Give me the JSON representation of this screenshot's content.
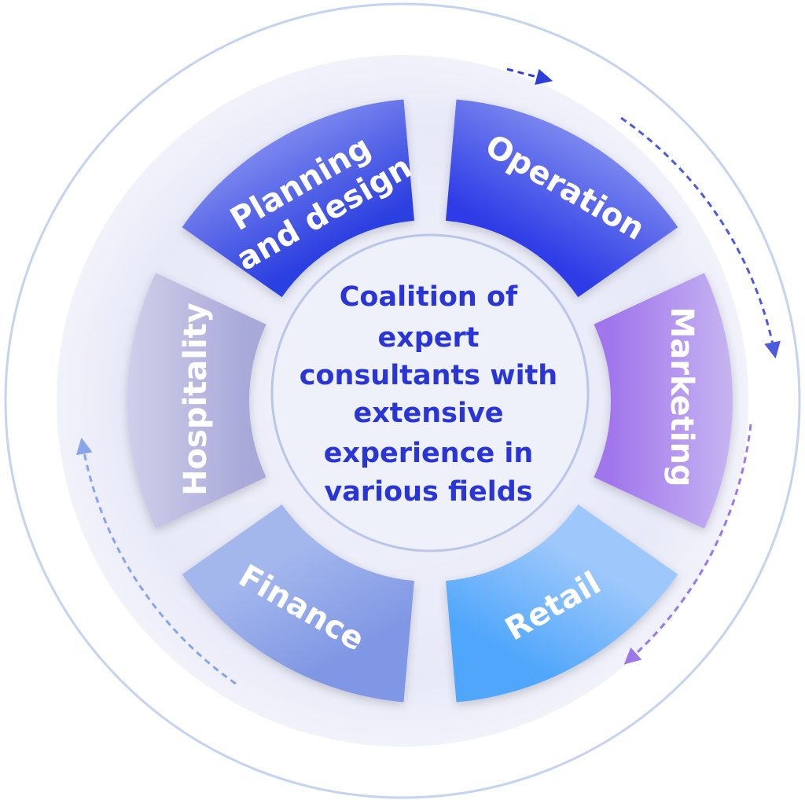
{
  "center": {
    "lines": [
      "Coalition of",
      "expert",
      "consultants with",
      "extensive",
      "experience in",
      "various fields"
    ]
  },
  "segments": [
    {
      "label_lines": [
        "Planning",
        "and design"
      ],
      "color_start": "#7a86ee",
      "color_end": "#2c3fe0"
    },
    {
      "label_lines": [
        "Operation"
      ],
      "color_start": "#7a87ef",
      "color_end": "#2d3be6"
    },
    {
      "label_lines": [
        "Marketing"
      ],
      "color_start": "#c6b5f1",
      "color_end": "#a176ec"
    },
    {
      "label_lines": [
        "Retail"
      ],
      "color_start": "#9ec8fb",
      "color_end": "#4fa6fb"
    },
    {
      "label_lines": [
        "Finance"
      ],
      "color_start": "#a4b7ed",
      "color_end": "#7f97e4"
    },
    {
      "label_lines": [
        "Hospitality"
      ],
      "color_start": "#cfcfea",
      "color_end": "#a8a8d9"
    }
  ],
  "colors": {
    "outer_ring": "#c4d3ef",
    "inner_disc": "#e9ebf8",
    "center_text": "#2a35d6",
    "arrow_blue": "#2d3fd9",
    "arrow_purple": "#8b63e6",
    "arrow_light": "#6f93e6"
  }
}
